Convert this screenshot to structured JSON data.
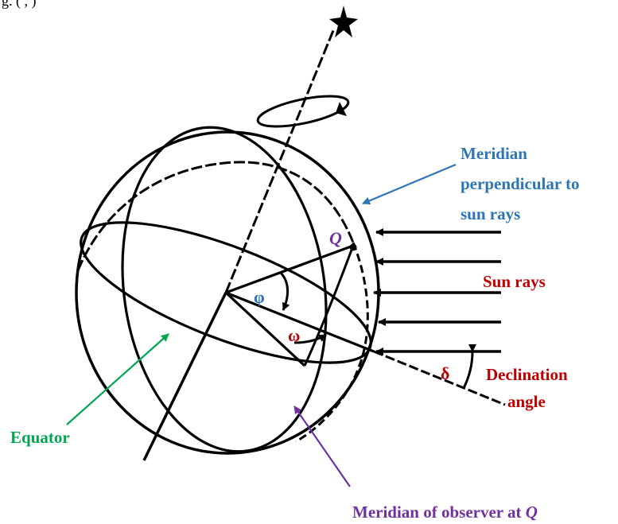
{
  "partial_top_text": "g. (   ,     )",
  "labels": {
    "meridian_perpendicular": [
      "Meridian",
      "perpendicular to",
      "sun rays"
    ],
    "q_point": "Q",
    "sun_rays": "Sun rays",
    "phi": "φ",
    "omega": "ω",
    "delta": "δ",
    "declination": [
      "Declination",
      "angle"
    ],
    "equator": "Equator",
    "meridian_observer": "Meridian of observer at ",
    "meridian_observer_q": "Q"
  },
  "colors": {
    "blue": "#2e75b6",
    "red": "#c00000",
    "green": "#00a651",
    "purple": "#7030a0",
    "ink": "#000000"
  }
}
